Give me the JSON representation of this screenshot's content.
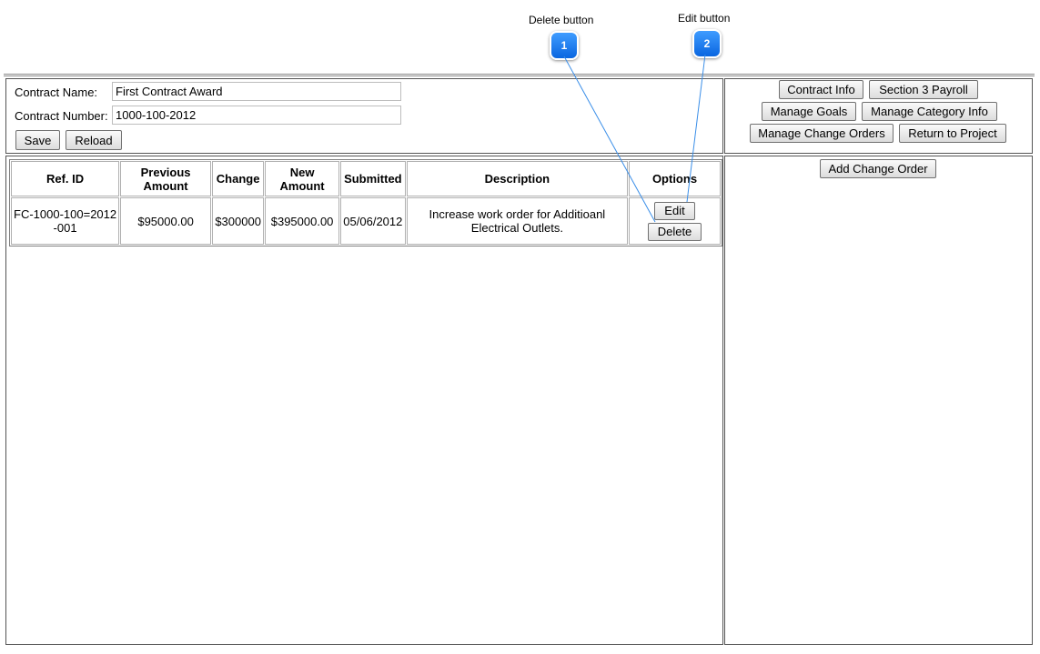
{
  "annotations": [
    {
      "number": "1",
      "label": "Delete button"
    },
    {
      "number": "2",
      "label": "Edit button"
    }
  ],
  "form": {
    "contract_name_label": "Contract Name:",
    "contract_name_value": "First Contract Award",
    "contract_number_label": "Contract Number:",
    "contract_number_value": "1000-100-2012",
    "save_label": "Save",
    "reload_label": "Reload"
  },
  "nav": {
    "contract_info": "Contract Info",
    "section3_payroll": "Section 3 Payroll",
    "manage_goals": "Manage Goals",
    "manage_category_info": "Manage Category Info",
    "manage_change_orders": "Manage Change Orders",
    "return_to_project": "Return to Project"
  },
  "table": {
    "headers": {
      "ref_id": "Ref. ID",
      "previous_amount": "Previous Amount",
      "change": "Change",
      "new_amount": "New Amount",
      "submitted": "Submitted",
      "description": "Description",
      "options": "Options"
    },
    "rows": [
      {
        "ref_id": "FC-1000-100=2012-001",
        "previous_amount": "$95000.00",
        "change": "$300000",
        "new_amount": "$395000.00",
        "submitted": "05/06/2012",
        "description": "Increase work order for Additioanl Electrical Outlets.",
        "edit_label": "Edit",
        "delete_label": "Delete"
      }
    ]
  },
  "side": {
    "add_change_order": "Add Change Order"
  }
}
